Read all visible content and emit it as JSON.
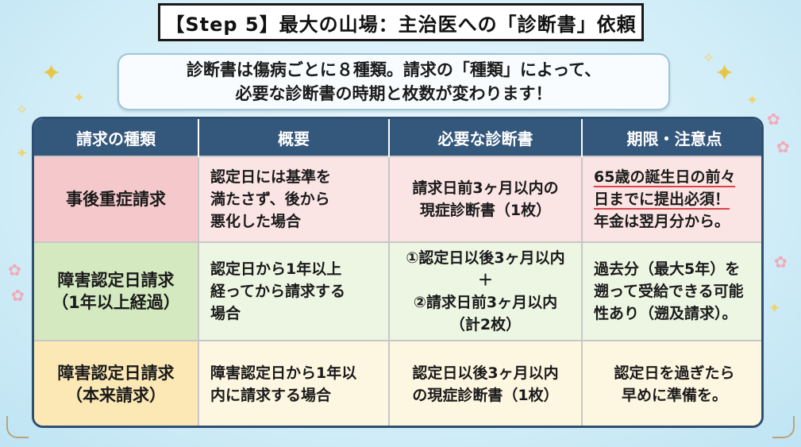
{
  "title": "【Step 5】最大の山場：主治医への「診断書」依頼",
  "intro": {
    "line1": "診断書は傷病ごとに８種類。請求の「種類」によって、",
    "line2": "必要な診断書の時期と枚数が変わります！"
  },
  "table": {
    "headers": [
      "請求の種類",
      "概要",
      "必要な診断書",
      "期限・注意点"
    ],
    "rows": [
      {
        "type": "事後重症請求",
        "summary": [
          "認定日には基準を",
          "満たさず、後から",
          "悪化した場合"
        ],
        "docs": [
          "請求日前3ヶ月以内の",
          "現症診断書（1枚）"
        ],
        "note": [
          "65歳の誕生日の前々",
          "日までに提出必須！",
          "年金は翌月分から。"
        ],
        "color": "#fbe4e4"
      },
      {
        "type": [
          "障害認定日請求",
          "（1年以上経過）"
        ],
        "summary": [
          "認定日から1年以上",
          "経ってから請求する",
          "場合"
        ],
        "docs": [
          "①認定日以後3ヶ月以内",
          "＋",
          "②請求日前3ヶ月以内",
          "（計2枚）"
        ],
        "note": [
          "過去分（最大5年）を",
          "遡って受給できる可能",
          "性あり（遡及請求）。"
        ],
        "color": "#edf5e3"
      },
      {
        "type": [
          "障害認定日請求",
          "（本来請求）"
        ],
        "summary": [
          "障害認定日から1年以",
          "内に請求する場合"
        ],
        "docs": [
          "認定日以後3ヶ月以内",
          "の現症診断書（1枚）"
        ],
        "note": [
          "認定日を過ぎたら",
          "早めに準備を。"
        ],
        "color": "#fdf6e0"
      }
    ]
  },
  "colors": {
    "header_bg": "#34577c",
    "accent_underline": "#d8444a",
    "background": "#d3eef8"
  }
}
